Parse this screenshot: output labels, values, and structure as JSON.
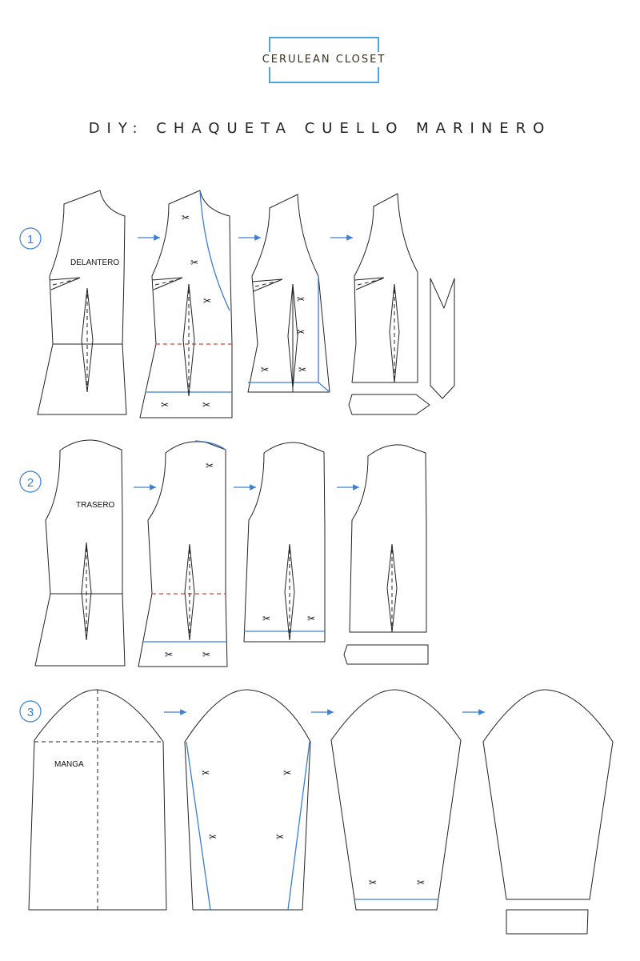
{
  "brand": {
    "name": "CERULEAN CLOSET",
    "accent": "#4aa8e0"
  },
  "title": "DIY: CHAQUETA CUELLO MARINERO",
  "steps": [
    {
      "number": "1",
      "piece_label": "DELANTERO"
    },
    {
      "number": "2",
      "piece_label": "TRASERO"
    },
    {
      "number": "3",
      "piece_label": "MANGA"
    }
  ],
  "colors": {
    "arrow": "#3a7fd0",
    "cut_line": "#3a7fd0",
    "hem_mark": "#e0452c",
    "outline": "#222222"
  },
  "icons": {
    "scissors": "scissors-icon",
    "arrow": "arrow-right-icon"
  }
}
